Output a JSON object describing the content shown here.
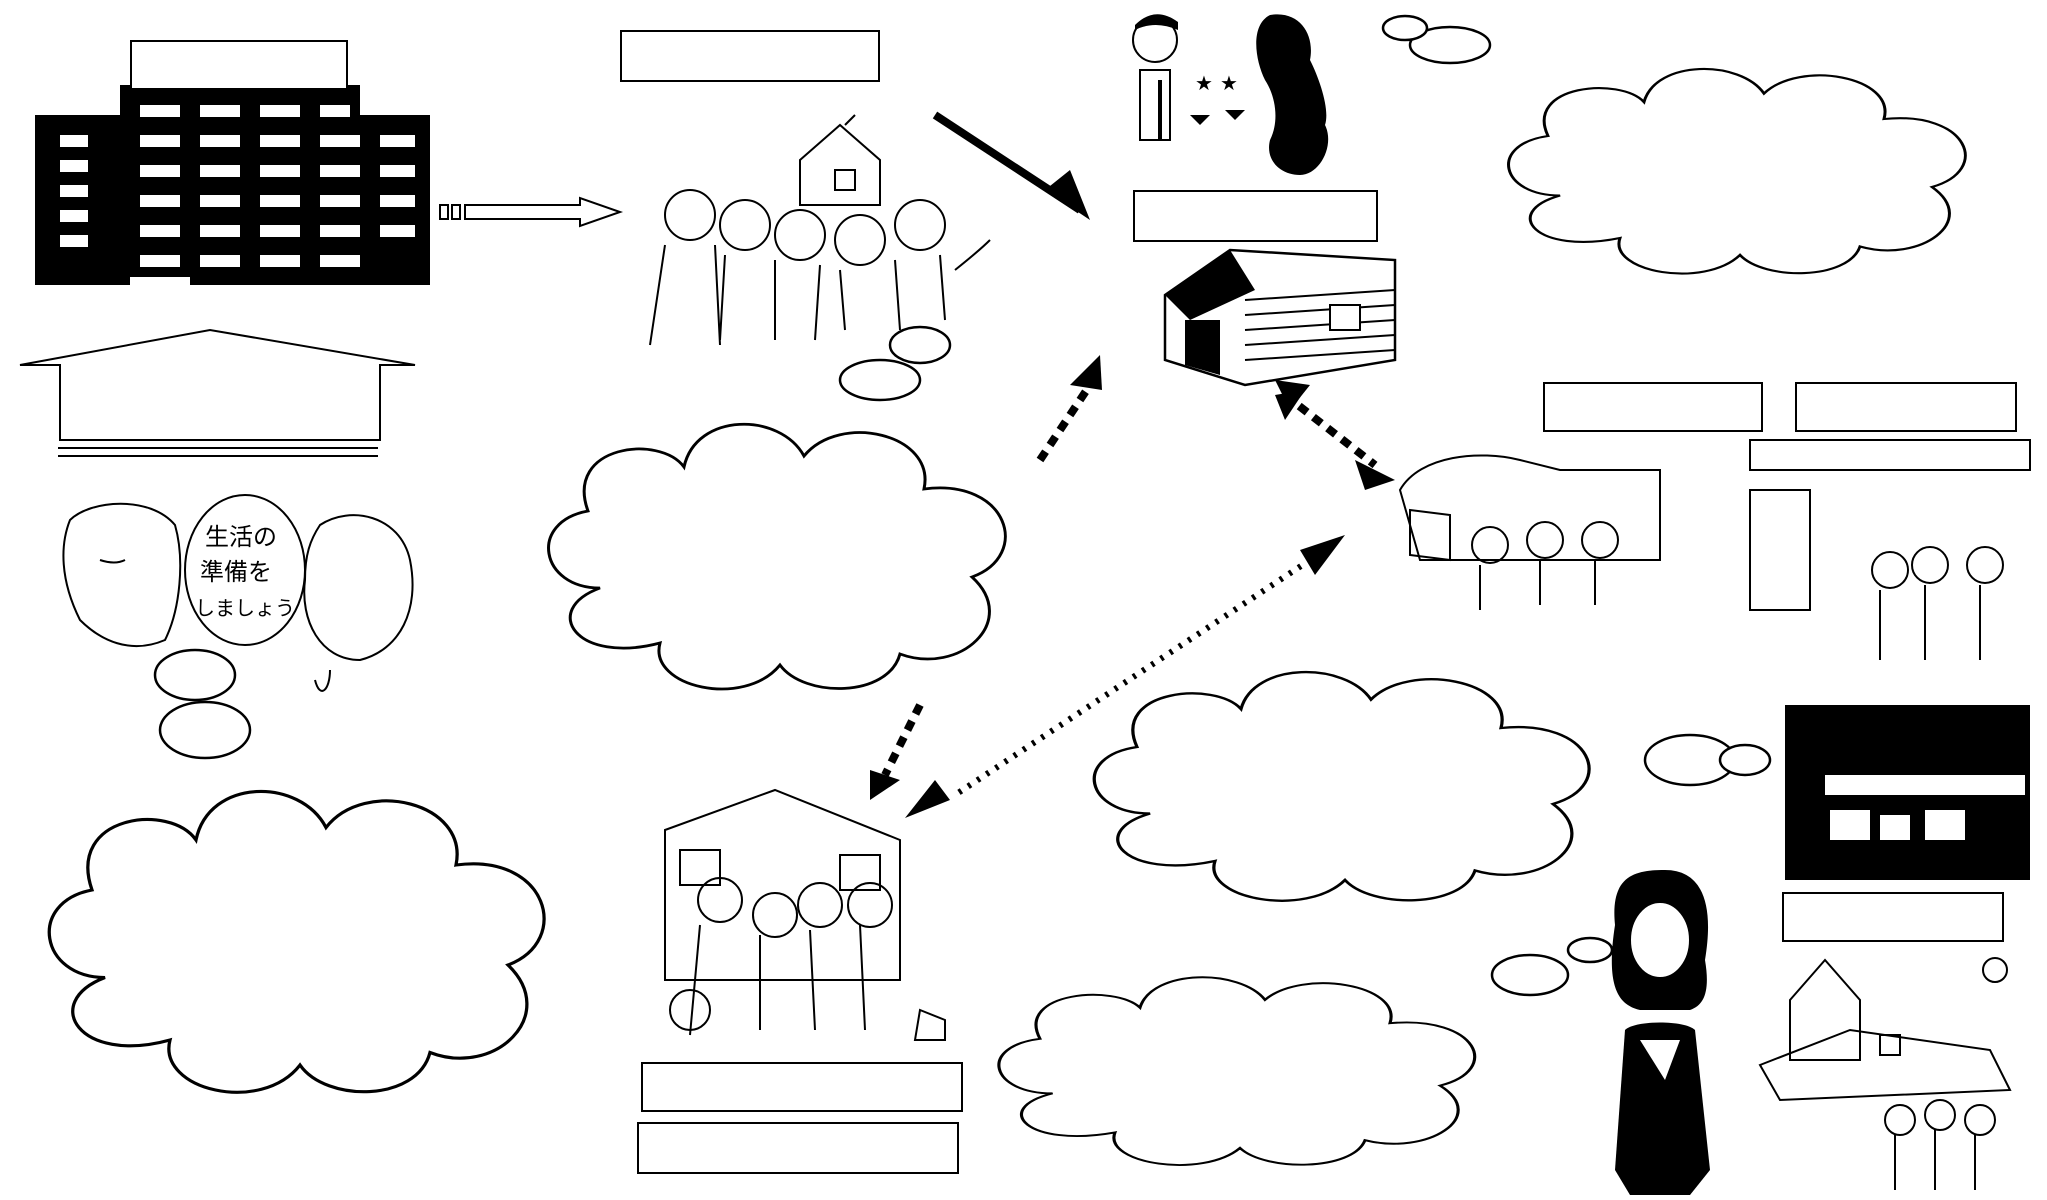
{
  "speech_bubble": {
    "line1": "生活の",
    "line2": "準備を",
    "line3": "しましょう"
  },
  "label_boxes": [
    {
      "name": "label-box-apartment",
      "text": ""
    },
    {
      "name": "label-box-kids-house",
      "text": ""
    },
    {
      "name": "label-box-cabin",
      "text": ""
    },
    {
      "name": "label-box-camp-left",
      "text": ""
    },
    {
      "name": "label-box-camp-right",
      "text": ""
    },
    {
      "name": "label-box-photo",
      "text": ""
    },
    {
      "name": "label-box-family-1",
      "text": ""
    },
    {
      "name": "label-box-family-2",
      "text": ""
    }
  ],
  "colors": {
    "ink": "#000000",
    "paper": "#ffffff"
  }
}
